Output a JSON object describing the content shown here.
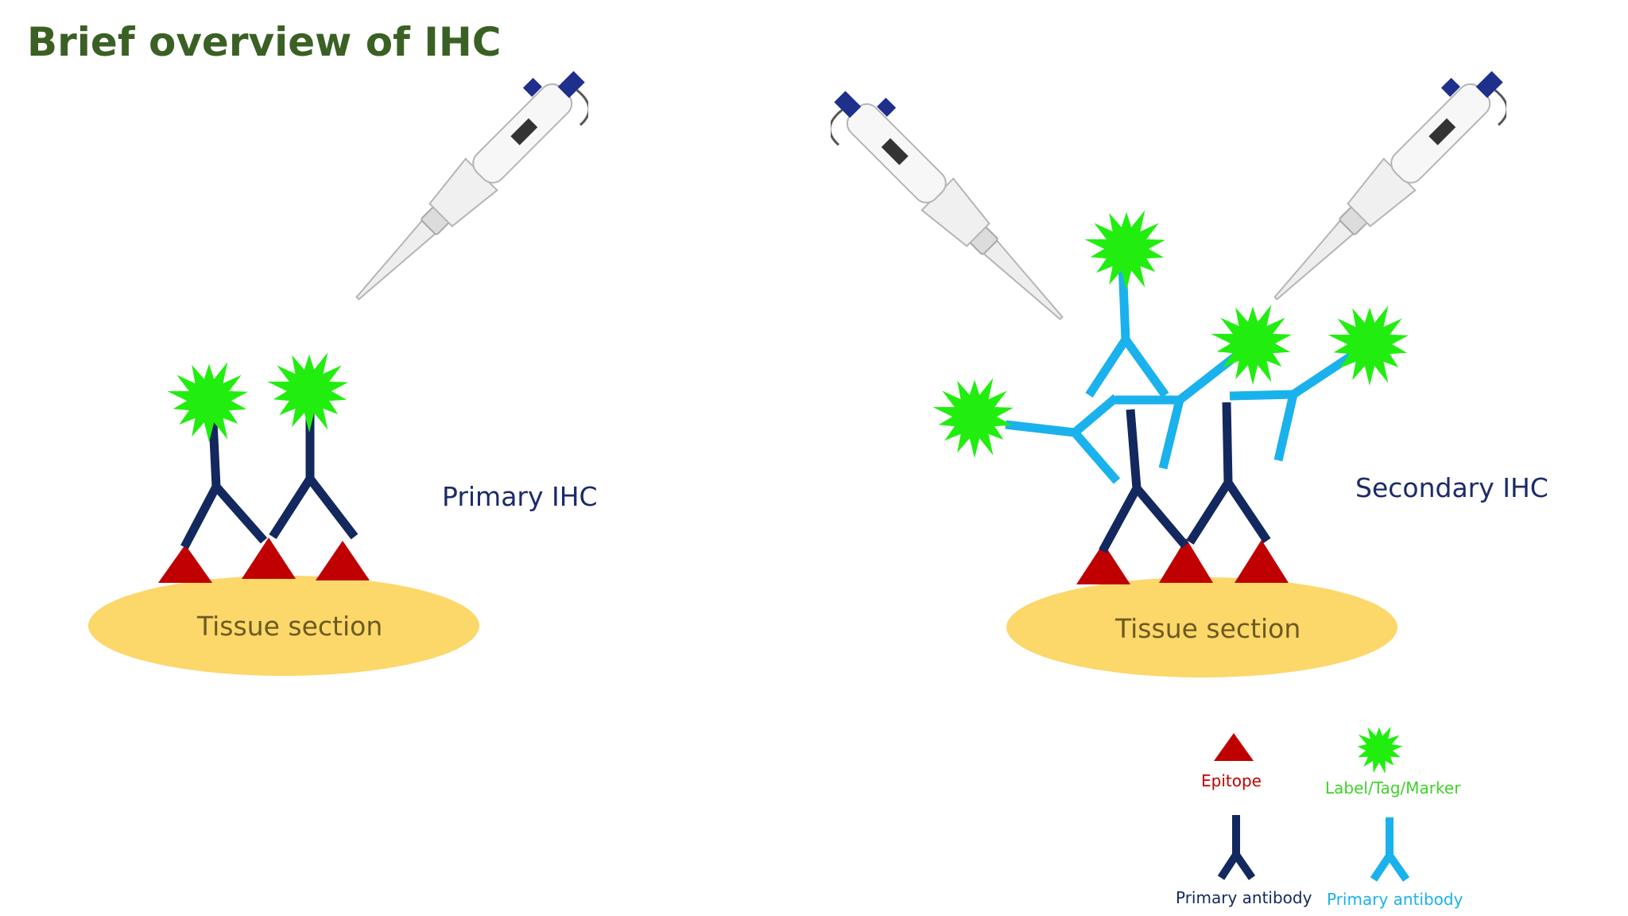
{
  "title": "Brief overview of IHC",
  "panels": {
    "primary": {
      "label": "Primary IHC",
      "tissue_label": "Tissue section"
    },
    "secondary": {
      "label": "Secondary IHC",
      "tissue_label": "Tissue section"
    }
  },
  "legend": {
    "epitope": "Epitope",
    "marker": "Label/Tag/Marker",
    "primary_antibody": "Primary antibody",
    "secondary_antibody": "Primary antibody"
  },
  "colors": {
    "title": "#3b6024",
    "tissue": "#fcd76a",
    "epitope": "#c00000",
    "marker": "#21ee0f",
    "primary_antibody": "#13285e",
    "secondary_antibody": "#1ab2ec",
    "ihc_label": "#1c2a6b",
    "epitope_label": "#c00000",
    "marker_label": "#3fd12a",
    "primary_legend_label": "#13285e",
    "secondary_legend_label": "#1ab2ec"
  }
}
